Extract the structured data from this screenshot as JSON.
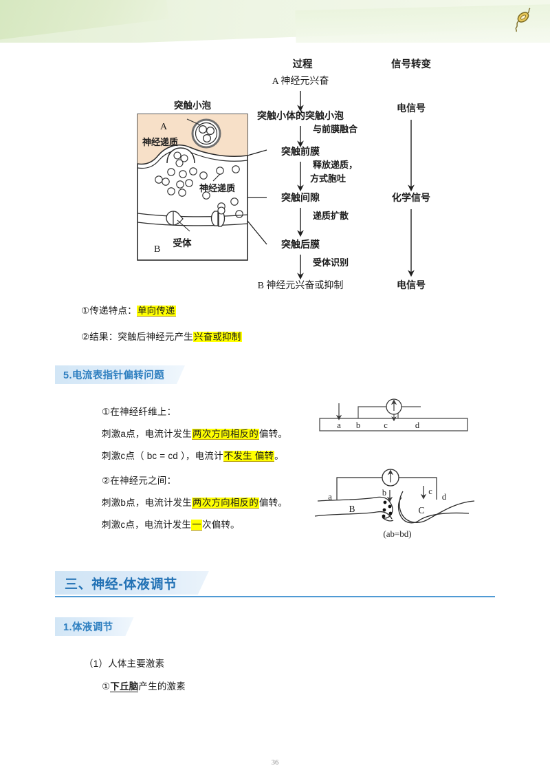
{
  "page": {
    "number": "36",
    "logo_icon": "amoeba-logo-icon",
    "accent_blue": "#2372b5",
    "accent_blue_light": "#2e7fc0",
    "rule_blue": "#4f9ad4",
    "highlight_yellow": "#ffff00",
    "deco_green": "#e3efd4"
  },
  "flowchart": {
    "col_process_title": "过程",
    "col_signal_title": "信号转变",
    "process_steps": [
      "A 神经元兴奋",
      "突触小体的突触小泡",
      "突触前膜",
      "突触间隙",
      "突触后膜",
      "B 神经元兴奋或抑制"
    ],
    "edge_labels": [
      "与前膜融合",
      "释放递质，",
      "方式胞吐",
      "递质扩散",
      "受体识别"
    ],
    "signal_steps": [
      "电信号",
      "化学信号",
      "电信号"
    ],
    "diagram_labels": {
      "vesicle": "突触小泡",
      "cell_a": "A",
      "transmitter_a": "神经递质",
      "transmitter_b": "神经递质",
      "receptor": "受体",
      "cell_b": "B"
    }
  },
  "notes": {
    "item1_prefix": "①传递特点：",
    "item1_highlight": "单向传递",
    "item2_prefix": "②结果：突触后神经元产生",
    "item2_highlight": "兴奋或抑制"
  },
  "section5": {
    "header": "5.电流表指针偏转问题",
    "sub1": "①在神经纤维上：",
    "line1_a": "刺激a点，电流计发生",
    "line1_hl": "两次方向相反的",
    "line1_b": "偏转。",
    "line2_a": "刺激c点（ bc = cd ），电流计",
    "line2_hl": "不发生 偏转",
    "line2_b": "。",
    "sub2": "②在神经元之间：",
    "line3_a": "刺激b点，电流计发生",
    "line3_hl": "两次方向相反的",
    "line3_b": "偏转。",
    "line4_a": "刺激c点，电流计发生",
    "line4_hl": "一",
    "line4_b": "次偏转。",
    "fig_nerve_labels": [
      "a",
      "b",
      "c",
      "d"
    ],
    "fig_syn_labels": [
      "a",
      "b",
      "c",
      "d"
    ],
    "fig_syn_cells": [
      "B",
      "C"
    ],
    "fig_syn_caption": "(ab=bd)",
    "galvanometer_symbol": "↑"
  },
  "section_main": {
    "header": "三、神经-体液调节",
    "sub_header": "1.体液调节",
    "item_1": "（1）人体主要激素",
    "item_1_1_prefix": "①",
    "item_1_1_bold": "下丘脑",
    "item_1_1_suffix": "产生的激素"
  }
}
